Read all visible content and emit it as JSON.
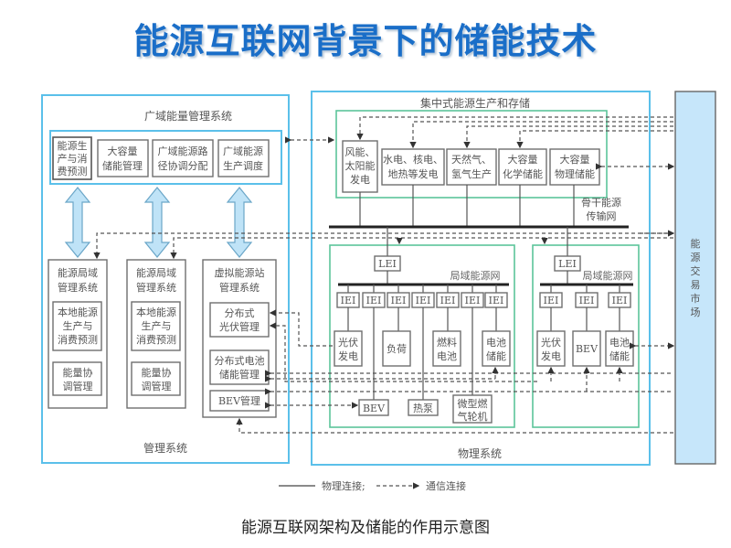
{
  "title": "能源互联网背景下的储能技术",
  "caption": "能源互联网架构及储能的作用示意图",
  "legend": {
    "physical": "物理连接;",
    "communication": "通信连接"
  },
  "management": {
    "label": "管理系统",
    "wide_area": {
      "label": "广域能量管理系统",
      "items": [
        [
          "能源生",
          "产与消",
          "费预测"
        ],
        [
          "大容量",
          "储能管理"
        ],
        [
          "广域能源路",
          "径协调分配"
        ],
        [
          "广域能源",
          "生产调度"
        ]
      ]
    },
    "local1": {
      "title": [
        "能源局域",
        "管理系统"
      ],
      "items": [
        [
          "本地能源",
          "生产与",
          "消费预测"
        ],
        [
          "能量协",
          "调管理"
        ]
      ]
    },
    "local2": {
      "title": [
        "能源局域",
        "管理系统"
      ],
      "items": [
        [
          "本地能源",
          "生产与",
          "消费预测"
        ],
        [
          "能量协",
          "调管理"
        ]
      ]
    },
    "virtual": {
      "title": [
        "虚拟能源站",
        "管理系统"
      ],
      "items": [
        [
          "分布式",
          "光伏管理"
        ],
        [
          "分布式电池",
          "储能管理"
        ],
        [
          "BEV管理"
        ]
      ]
    }
  },
  "physical": {
    "label": "物理系统",
    "central": {
      "label": "集中式能源生产和存储",
      "items": [
        [
          "风能、",
          "太阳能",
          "发电"
        ],
        [
          "水电、核电、",
          "地热等发电"
        ],
        [
          "天然气、",
          "氢气生产"
        ],
        [
          "大容量",
          "化学储能"
        ],
        [
          "大容量",
          "物理储能"
        ]
      ],
      "backbone": [
        "骨干能源",
        "传输网"
      ]
    },
    "local_grid1": {
      "label": "局域能源网",
      "lei": "LEI",
      "iei": [
        "IEI",
        "IEI",
        "IEI",
        "IEI",
        "IEI",
        "IEI",
        "IEI"
      ],
      "devices": [
        [
          "光伏",
          "发电"
        ],
        [
          "负荷"
        ],
        [
          "燃料",
          "电池"
        ],
        [
          "电池",
          "储能"
        ]
      ],
      "lower_devices": [
        [
          "BEV"
        ],
        [
          "热泵"
        ],
        [
          "微型燃",
          "气轮机"
        ]
      ]
    },
    "local_grid2": {
      "label": "局域能源网",
      "lei": "LEI",
      "iei": [
        "IEI",
        "IEI",
        "IEI"
      ],
      "devices": [
        [
          "光伏",
          "发电"
        ],
        [
          "BEV"
        ],
        [
          "电池",
          "储能"
        ]
      ]
    }
  },
  "market": {
    "label": "能源交易市场"
  },
  "colors": {
    "title": "#1a6ec8",
    "frame_blue": "#5bc0ea",
    "frame_green": "#5cc59a",
    "market_fill": "#c6e6fa",
    "arrow_fill": "#bfe3f7"
  }
}
